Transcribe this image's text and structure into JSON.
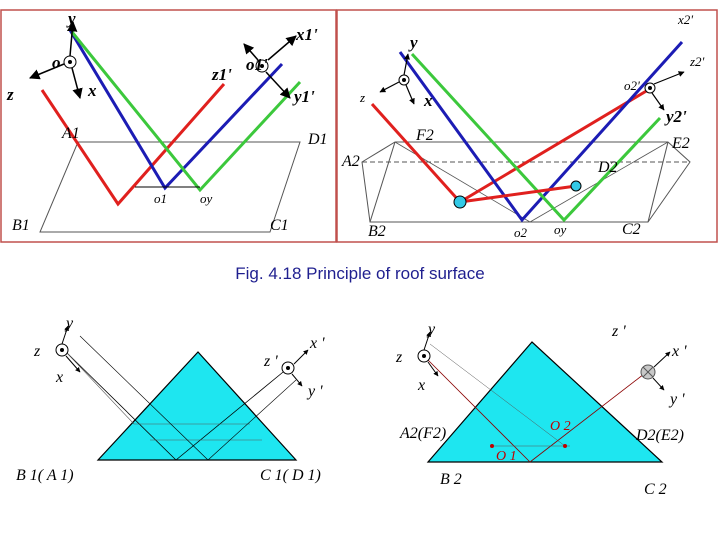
{
  "caption": "Fig. 4.18 Principle of roof surface",
  "colors": {
    "red_line": "#e0201e",
    "blue_line": "#1c1cb4",
    "green_line": "#3cc83c",
    "panel_border": "#c0504d",
    "prism_fill": "#1ee6f0",
    "marker_fill": "#33c9e6"
  },
  "top_left": {
    "axes": {
      "o": "o",
      "y": "y",
      "z": "z",
      "x": "x"
    },
    "axes_prime": {
      "o": "o1'",
      "z": "z1'",
      "x": "x1'",
      "y": "y1'"
    },
    "vertices": {
      "A": "A1",
      "B": "B1",
      "C": "C1",
      "D": "D1"
    },
    "points": {
      "o1": "o1",
      "oy": "oy"
    }
  },
  "top_right": {
    "axes": {
      "y": "y",
      "z": "z",
      "x": "x"
    },
    "axes_prime": {
      "x": "x2'",
      "z": "z2'",
      "o": "o2'",
      "y": "y2'"
    },
    "vertices": {
      "A": "A2",
      "F": "F2",
      "B": "B2",
      "E": "E2",
      "D": "D2",
      "C": "C2"
    },
    "points": {
      "o2": "o2",
      "oy": "oy"
    }
  },
  "bottom_left": {
    "axes": {
      "y": "y",
      "z": "z",
      "x": "x"
    },
    "axes_prime": {
      "z": "z '",
      "x": "x '",
      "y": "y '"
    },
    "vertices": {
      "B": "B 1( A 1)",
      "C": "C 1( D 1)"
    }
  },
  "bottom_right": {
    "axes": {
      "y": "y",
      "z": "z",
      "x": "x"
    },
    "axes_prime": {
      "z": "z '",
      "x": "x '",
      "y": "y '"
    },
    "vertices": {
      "A": "A2(F2)",
      "B": "B 2",
      "D": "D2(E2)",
      "C": "C 2"
    },
    "points": {
      "o1": "O 1",
      "o2": "O 2"
    }
  }
}
